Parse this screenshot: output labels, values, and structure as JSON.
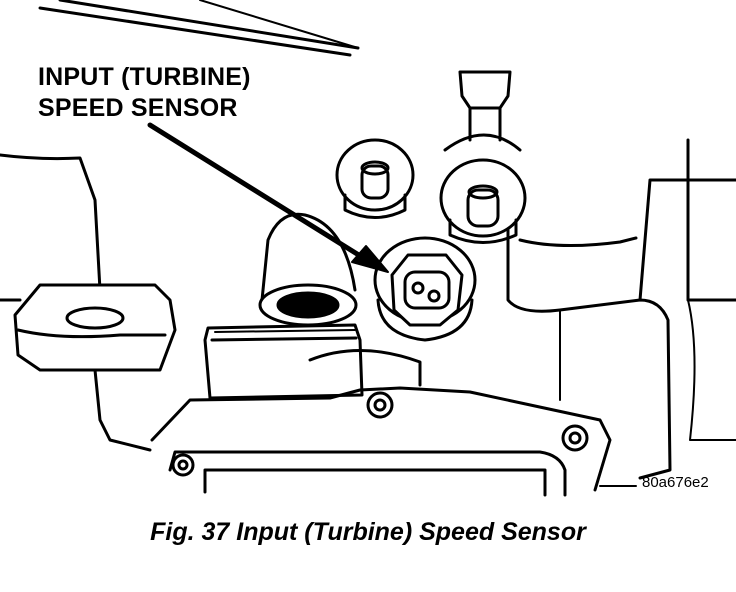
{
  "callout": {
    "line1": "INPUT (TURBINE)",
    "line2": "SPEED SENSOR"
  },
  "figure_code": "80a676e2",
  "caption": "Fig. 37 Input (Turbine) Speed Sensor"
}
